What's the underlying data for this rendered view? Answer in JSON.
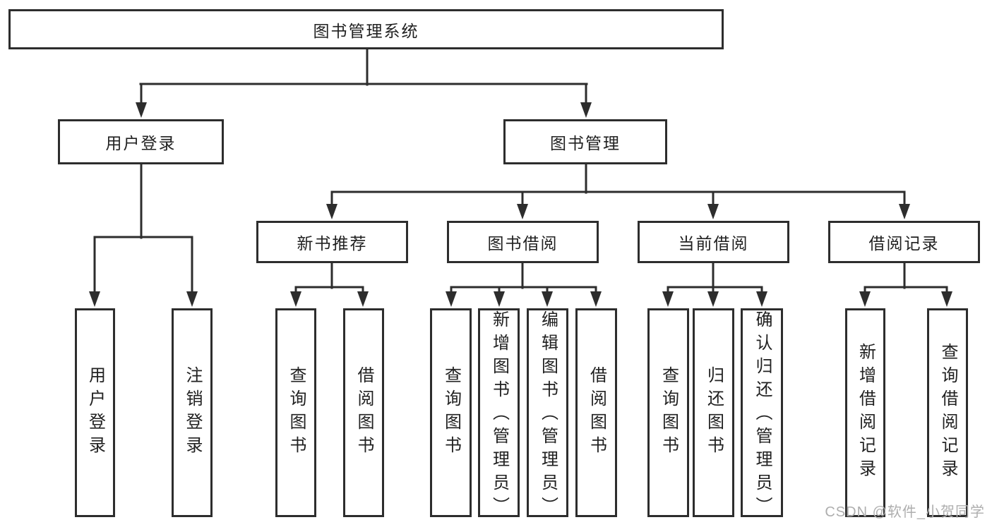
{
  "tree": {
    "label": "图书管理系统",
    "children": [
      {
        "label": "用户登录",
        "children": [
          {
            "label": "用户登录"
          },
          {
            "label": "注销登录"
          }
        ]
      },
      {
        "label": "图书管理",
        "children": [
          {
            "label": "新书推荐",
            "children": [
              {
                "label": "查询图书"
              },
              {
                "label": "借阅图书"
              }
            ]
          },
          {
            "label": "图书借阅",
            "children": [
              {
                "label": "查询图书"
              },
              {
                "label": "新增图书（管理员）"
              },
              {
                "label": "编辑图书（管理员）"
              },
              {
                "label": "借阅图书"
              }
            ]
          },
          {
            "label": "当前借阅",
            "children": [
              {
                "label": "查询图书"
              },
              {
                "label": "归还图书"
              },
              {
                "label": "确认归还（管理员）"
              }
            ]
          },
          {
            "label": "借阅记录",
            "children": [
              {
                "label": "新增借阅记录"
              },
              {
                "label": "查询借阅记录"
              }
            ]
          }
        ]
      }
    ]
  },
  "watermark": {
    "text": "CSDN @软件_小贺同学"
  },
  "style": {
    "line_color": "#2d2d2d",
    "text_color": "#212121",
    "watermark_color": "#aeaeae",
    "background_color": "#ffffff"
  }
}
